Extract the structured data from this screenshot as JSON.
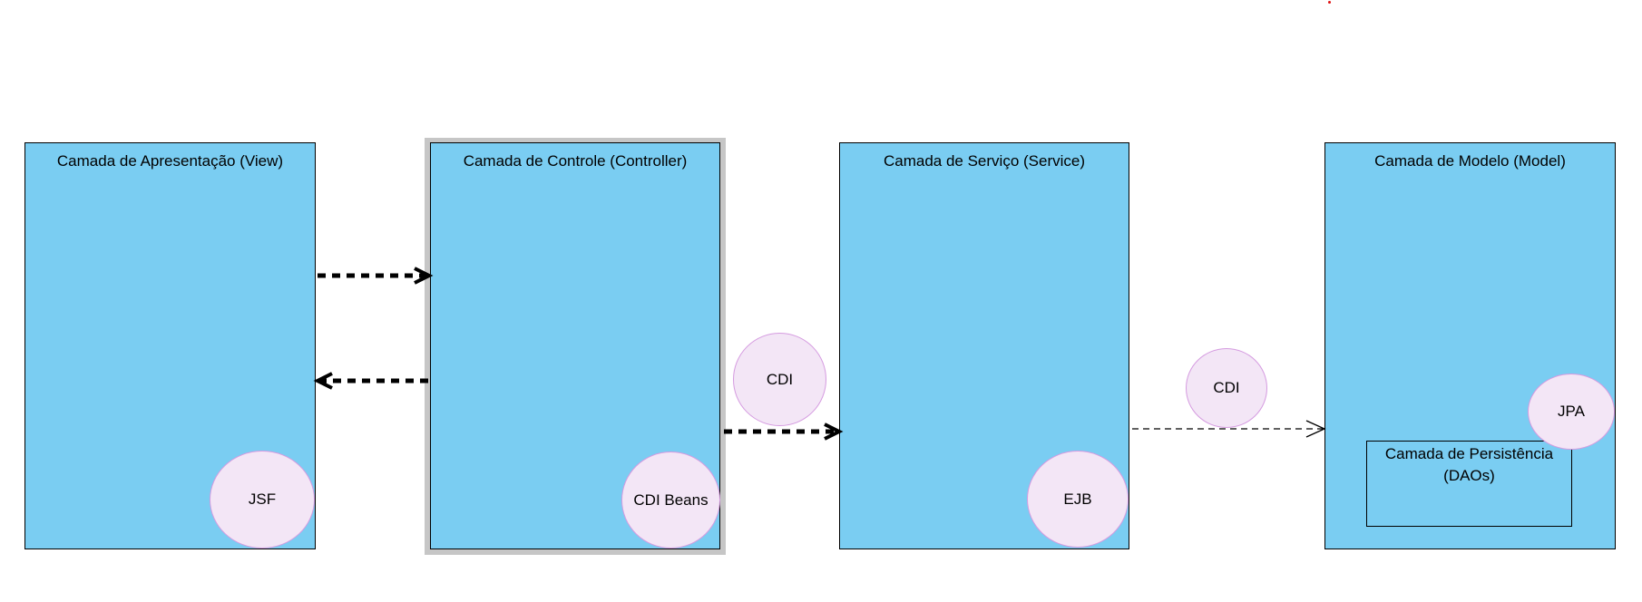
{
  "layers": {
    "view": {
      "title": "Camada de Apresentação (View)",
      "tech": "JSF"
    },
    "controller": {
      "title": "Camada de Controle (Controller)",
      "tech": "CDI Beans"
    },
    "service": {
      "title": "Camada de Serviço (Service)",
      "tech": "EJB"
    },
    "model": {
      "title": "Camada de Modelo (Model)",
      "tech": "JPA",
      "inner": "Camada de Persistência\n(DAOs)"
    }
  },
  "connectors": {
    "controller_to_service": "CDI",
    "service_to_model": "CDI"
  },
  "colors": {
    "layer_fill": "#7acdf2",
    "bubble_fill": "#f3e6f6",
    "bubble_border": "#d59be0",
    "selection_frame": "#c6c6c6"
  }
}
